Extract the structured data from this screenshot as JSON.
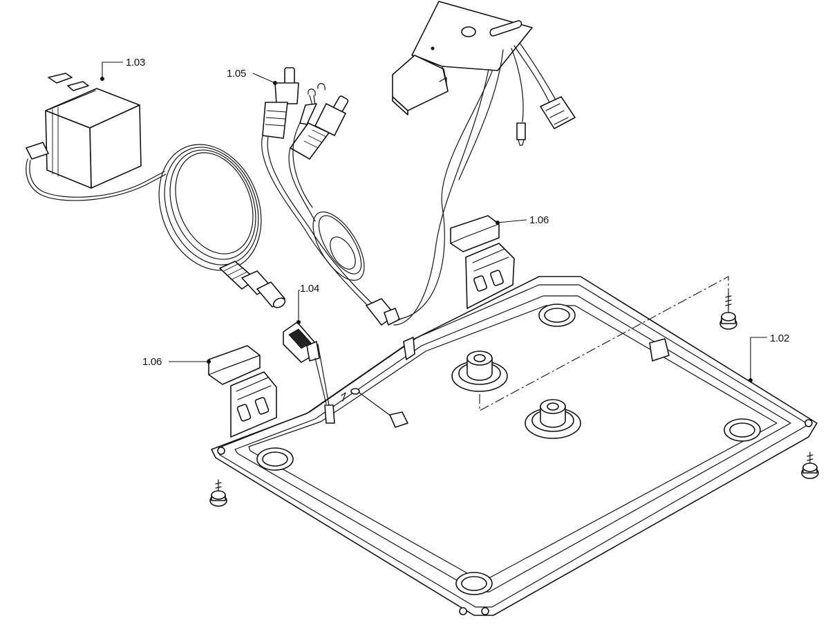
{
  "diagram": {
    "callouts": {
      "c102": "1.02",
      "c103": "1.03",
      "c104": "1.04",
      "c105": "1.05",
      "c106_right": "1.06",
      "c106_left": "1.06"
    }
  }
}
